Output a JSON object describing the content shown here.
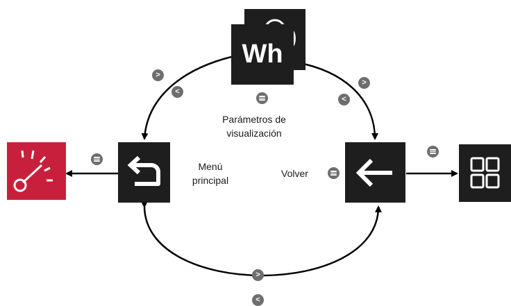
{
  "nodes": {
    "energy": {
      "text": "Wh",
      "icon": "energy-wh-icon"
    },
    "main_menu": {
      "icon": "return-arrow-icon",
      "label_line1": "Menú",
      "label_line2": "principal"
    },
    "back": {
      "icon": "left-arrow-icon",
      "label": "Volver"
    },
    "gauge": {
      "icon": "gauge-icon"
    },
    "grid": {
      "icon": "grid-icon"
    }
  },
  "display_params": {
    "line1": "Parámetros de",
    "line2": "visualización"
  },
  "buttons": {
    "next": ">",
    "prev": "<",
    "menu": "menu-icon"
  },
  "colors": {
    "tile": "#1e1e1e",
    "gauge_tile": "#c8203c",
    "button": "#6e6e6e",
    "arrow": "#000000"
  }
}
